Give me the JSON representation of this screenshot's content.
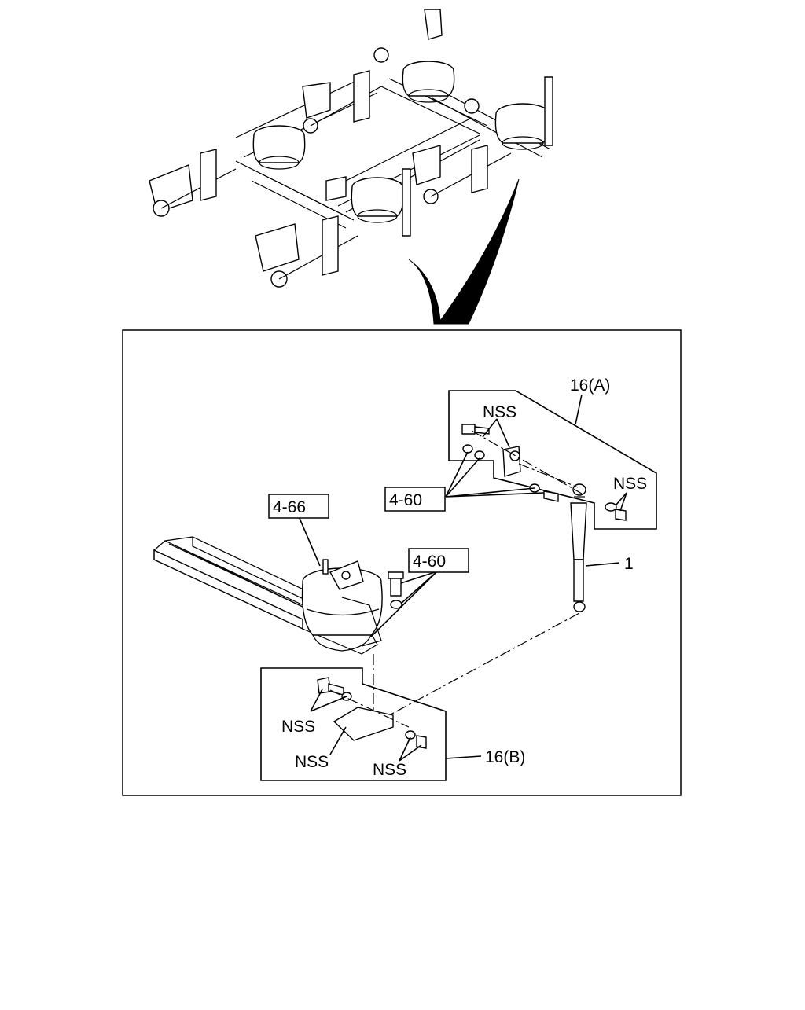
{
  "diagram": {
    "callouts": {
      "group_a": "16(A)",
      "group_b": "16(B)",
      "shock_absorber": "1",
      "air_spring_ref": "4-66",
      "frame_ref_upper": "4-60",
      "frame_ref_lower": "4-60"
    },
    "nss_labels": {
      "upper_bolt": "NSS",
      "upper_nut": "NSS",
      "lower_bolt": "NSS",
      "lower_bracket": "NSS",
      "lower_nut": "NSS"
    }
  }
}
